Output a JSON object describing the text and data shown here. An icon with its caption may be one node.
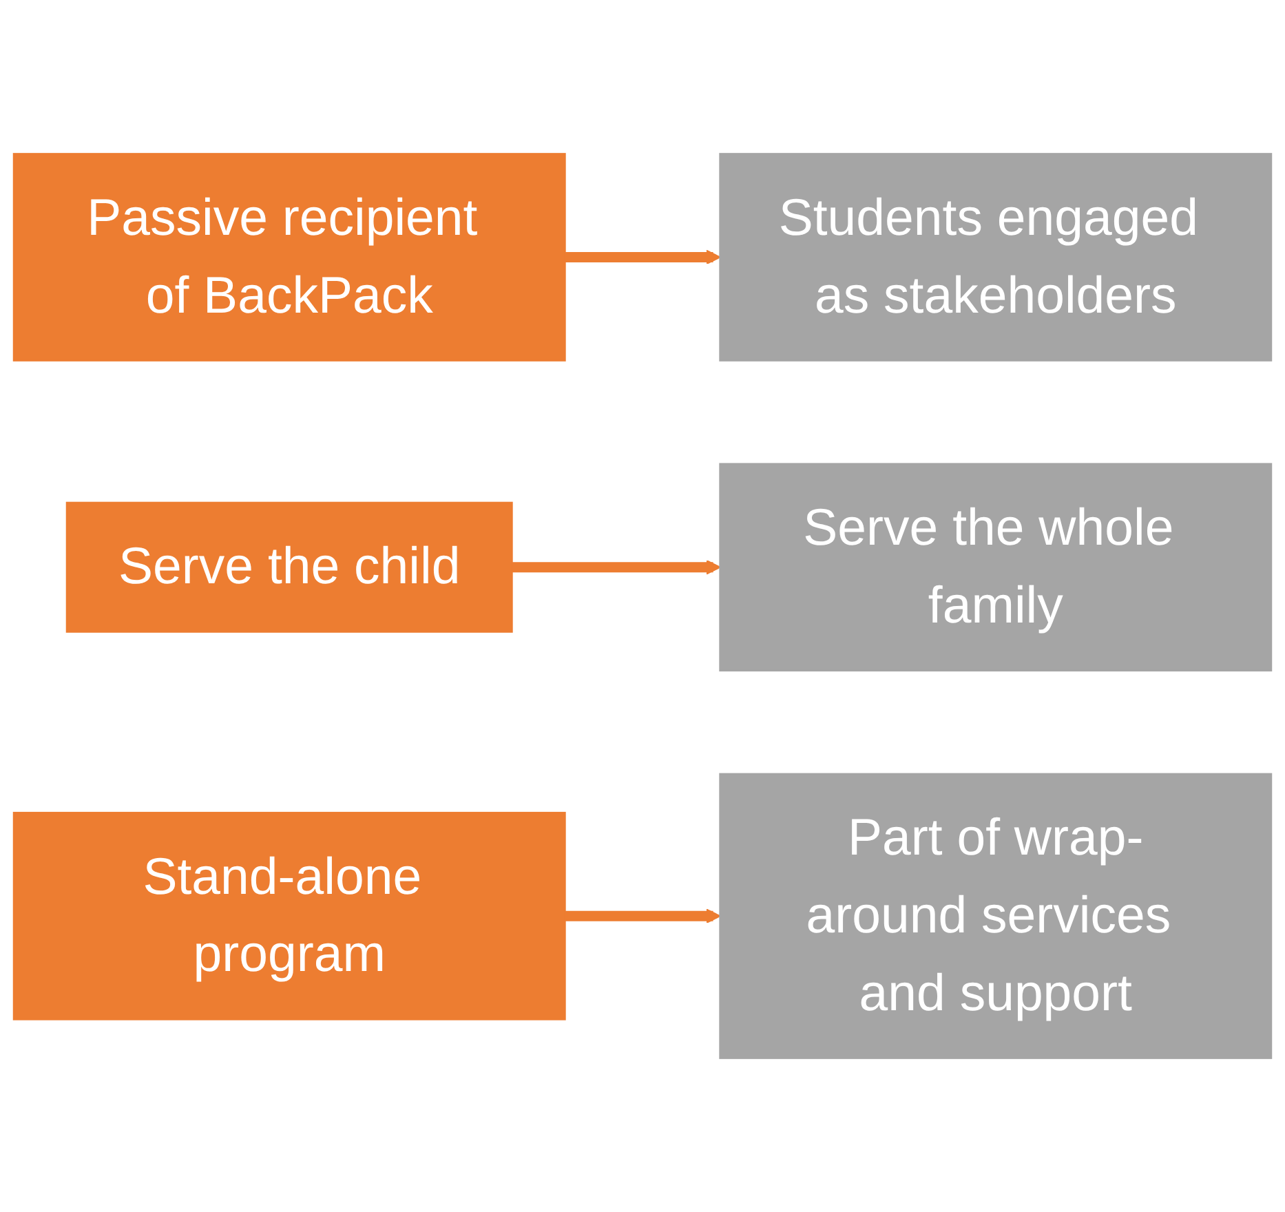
{
  "diagram": {
    "nodes": [
      {
        "text": [
          "Passive recipient of BackPack"
        ]
      },
      {
        "text": [
          "Students engaged as stakeholders"
        ]
      },
      {
        "text": [
          "Serve the child"
        ]
      },
      {
        "text": [
          "Serve the whole family"
        ]
      },
      {
        "text": [
          "Stand-alone program"
        ]
      },
      {
        "text": [
          "Part of wrap-around services and support"
        ]
      }
    ],
    "edges": [
      {
        "from": 0,
        "to": 1,
        "arrow": "to"
      },
      {
        "from": 2,
        "to": 3,
        "arrow": "to"
      },
      {
        "from": 4,
        "to": 5,
        "arrow": "to"
      }
    ]
  }
}
